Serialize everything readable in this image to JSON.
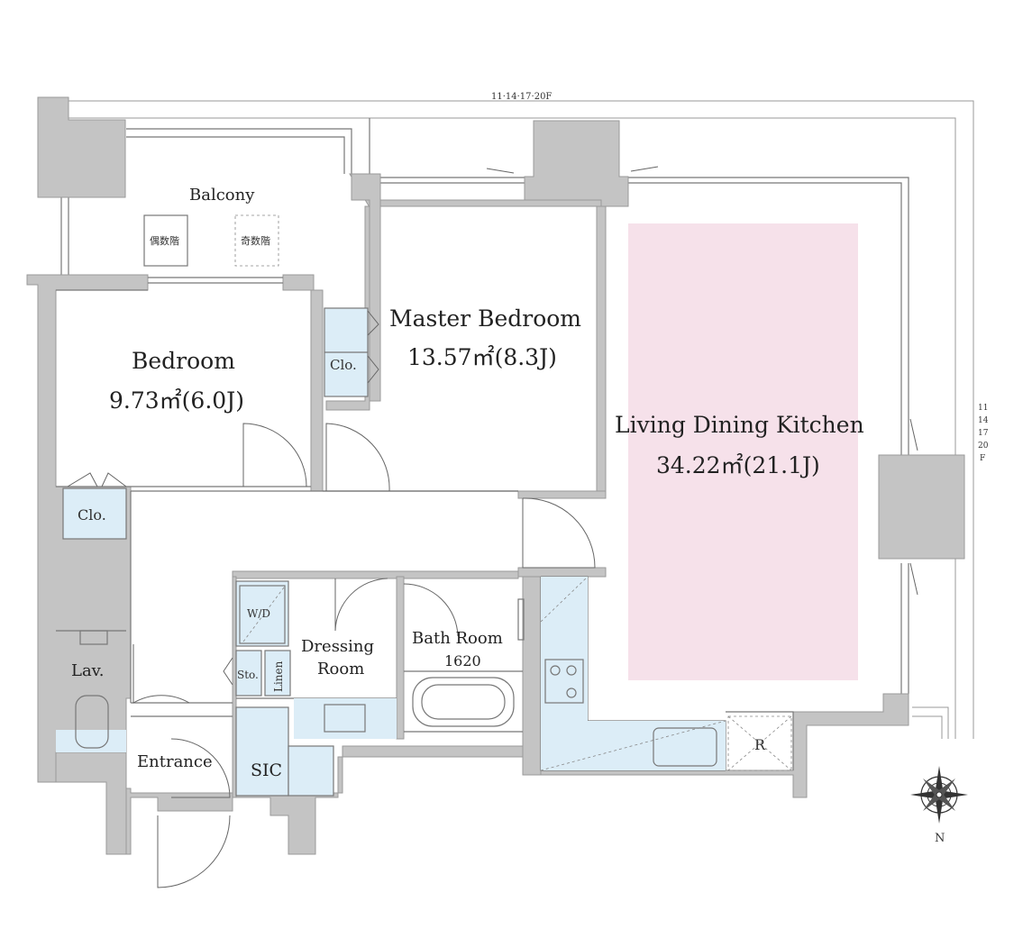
{
  "floor_note_top": "11·14·17·20F",
  "floor_note_side": [
    "11",
    "14",
    "17",
    "20",
    "F"
  ],
  "rooms": {
    "balcony": "Balcony",
    "even_floor": "偶数階",
    "odd_floor": "奇数階",
    "master_bedroom_name": "Master Bedroom",
    "master_bedroom_area": "13.57㎡(8.3J)",
    "bedroom_name": "Bedroom",
    "bedroom_area": "9.73㎡(6.0J)",
    "ldk_name": "Living Dining Kitchen",
    "ldk_area": "34.22㎡(21.1J)",
    "closet_master": "Clo.",
    "closet_bedroom": "Clo.",
    "wd": "W/D",
    "storage": "Sto.",
    "linen": "Linen",
    "dressing_1": "Dressing",
    "dressing_2": "Room",
    "bath_1": "Bath Room",
    "bath_2": "1620",
    "lavatory": "Lav.",
    "entrance": "Entrance",
    "sic": "SIC",
    "refrigerator": "R"
  },
  "compass": {
    "north_mark": "N"
  },
  "colors": {
    "ldk_fill": "#f6e1ea",
    "storage_fill": "#dcedf7",
    "wall_fill": "#c4c4c4"
  }
}
